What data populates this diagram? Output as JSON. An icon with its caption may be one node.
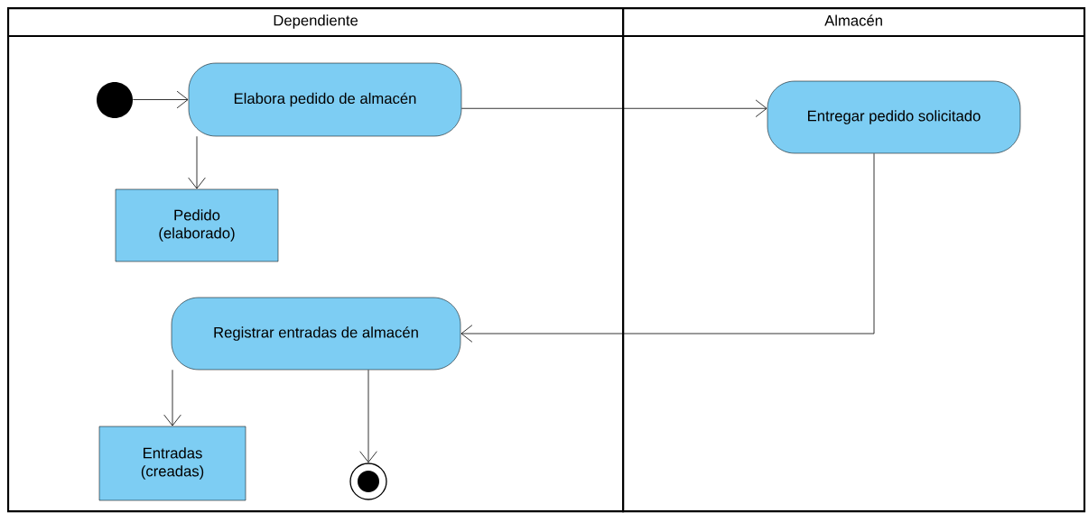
{
  "diagram": {
    "nodes": [
      {
        "text": [
          "Dependiente"
        ]
      },
      {
        "text": [
          "Almacén"
        ]
      },
      {
        "text": [],
        "shape": "circle",
        "in": 0
      },
      {
        "text": [
          "Elabora pedido de almacén"
        ],
        "in": 0
      },
      {
        "text": [
          "Entregar pedido solicitado"
        ],
        "in": 1
      },
      {
        "text": [
          "Pedido (elaborado)"
        ],
        "in": 0
      },
      {
        "text": [
          "Registrar entradas de almacén"
        ],
        "in": 0
      },
      {
        "text": [
          "Entradas (creadas)"
        ],
        "in": 0
      },
      {
        "text": [],
        "shape": "bullseye",
        "in": 0
      }
    ],
    "edges": [
      {
        "from": 2,
        "to": 3,
        "arrow": "to"
      },
      {
        "from": 3,
        "to": 5,
        "arrow": "to"
      },
      {
        "from": 3,
        "to": 4,
        "arrow": "to"
      },
      {
        "from": 4,
        "to": 6,
        "arrow": "to"
      },
      {
        "from": 6,
        "to": 7,
        "arrow": "to"
      },
      {
        "from": 6,
        "to": 8,
        "arrow": "to"
      }
    ]
  }
}
